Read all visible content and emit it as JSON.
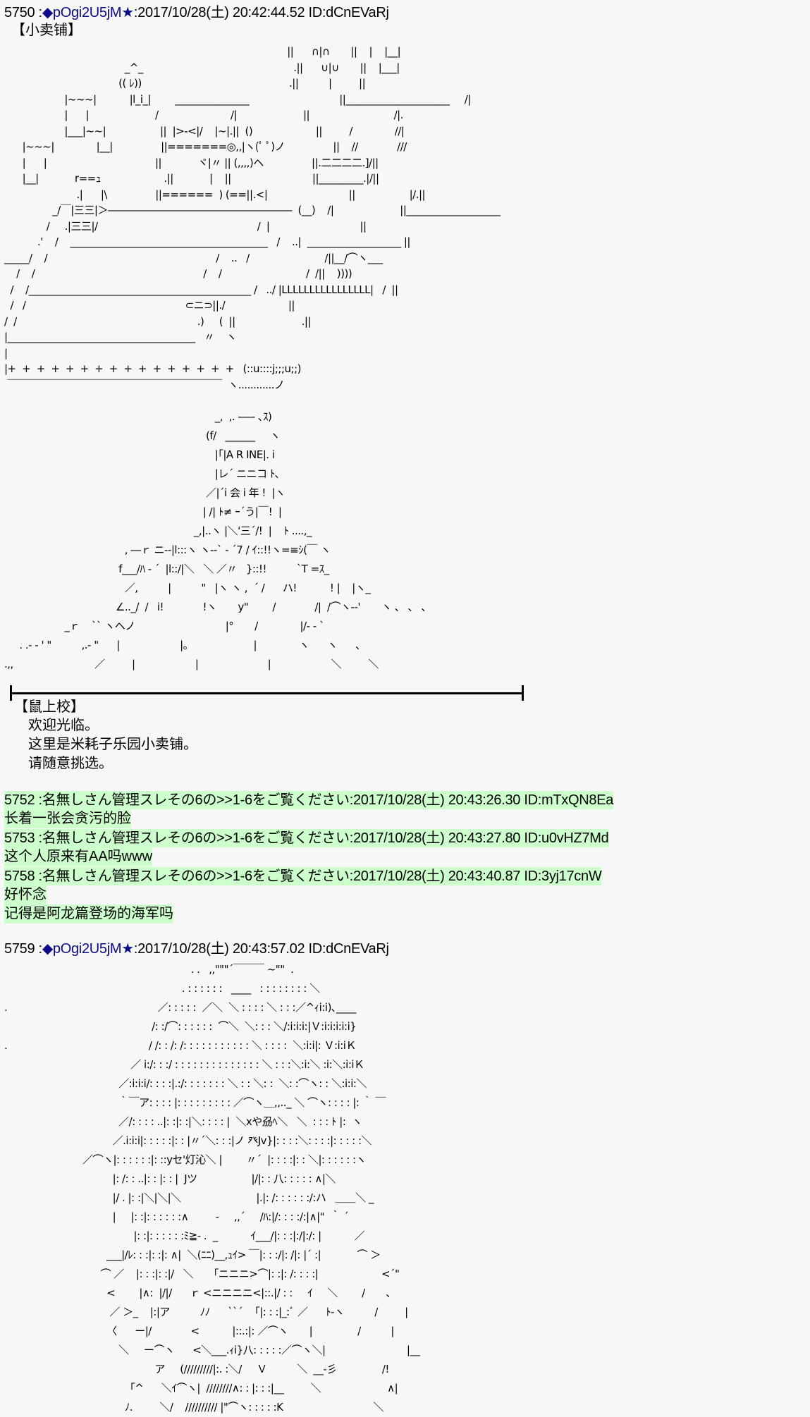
{
  "posts": [
    {
      "num": "5750",
      "sep": " :",
      "trip": "◆pOgi2U5jM",
      "star": "★",
      "date": ":2017/10/28(土) 20:42:44.52 ID:dCnEVaRj",
      "title": "【小卖铺】",
      "art_shop": [
        "                                                                                              ||      ∩|∩       ||    |    |__|",
        "                                        _^_                                                  .||      ∪|∪       ||    |___|",
        "                                      (( ﾚ))                                                 .||          |         ||",
        "                    |~~~|           |l_i_|        _______________                              ||_____________________     /|",
        "                    |      |                      /                        /|                      ||                            /|.",
        "                    |___|~~|                  ||  |>-<|/    |~|.||  ()                     ||         /              //|",
        "      |~~~|              |__|                ||=======◎,,|ヽ(ﾟ ﾟ)ノ                ||    //             ///",
        "      |      |                                    ||            ヾ|〃 || (,,,,)ヘ                ||.二二二二.]/||",
        "      |__|            r==ｭ                     .||            |    ||                           ||_________.|/||",
        "                        .|      |\\                ||======  ) (==||.<|                           ||                  |/.||",
        "                _/￣|三三|＞――――――――――――――――――  (__)    /|                      ||___________________",
        "              /     .|三三|/                                                     /  |                              ||",
        "           .'    /    ________________________________________   /    ..|  ___________________ ||",
        "_____/    /                                                        /    ..   /                         /||__/⌒ヽ___",
        "    /    /                                                        /    /                            /  /||    ))))",
        "  /    /_____________________________________________ /   ../ |LLLLLLLLLLLLLLLL|   /  ||",
        "  /   /                                                     ⊂ニ⊃||./                     ||",
        "/  /                                                            .)     (  ||                      .||",
        "|______________________________________   〃    ヽ",
        "|",
        "|+  +  +  +  +  +  +  +  +  +  +  +  +  +  +  +   (::u::::j;;;u;;)",
        " ￣￣￣￣￣￣￣￣￣￣￣￣￣￣￣￣￣￣￣￣￣  ヽ............ノ"
      ],
      "art_char": [
        "                                                                      _,  ,. -―- ､ｽ)",
        "                                                                   (f/   ______     ヽ",
        "                                                                      |｢|A R INE|. i",
        "                                                                      |レ´ ニニコ ﾄ､",
        "                                                                   ／|´i 会 i 年 !  |ヽ",
        "                                                                  | /| ﾄ≠ ｰ´う|￣!  |",
        "                                                               _,|..ヽ |＼'三´/!  |    ﾄ ....,_",
        "                                        , ―ｒ ニ-‐|l:::ヽ ヽ-‐` - ´7 / ｲ::!!ヽ=≡ｼ(￣ ヽ",
        "                                      f___/ﾊ ‐ ´  |l::/|＼   ＼ ／〃   }::!!          `T =ｽ_",
        "                                        ／,          |          \"   |ヽ ヽ ,  ´ /      ハ!           ! |    |ヽ_",
        "                                     ∠.._/  /   i!             !ヽ       y\"        /             /|  /⌒ヽ--'       ヽ 、 、 、",
        "                    _ｒ    `` ヽヘノ                              |°       /              |/- ‐ `",
        "     . .- ‐ ' \"          ,.- \"      |                    |。                    |              ヽ      ヽ      、",
        ".,,                           ／         |                    |                       |                    ＼         ＼"
      ],
      "speaker": "【鼠上校】",
      "lines": [
        "欢迎光临。",
        "这里是米耗子乐园小卖铺。",
        "请随意挑选。"
      ]
    },
    {
      "num": "5752",
      "header": " :名無しさん管理スレその6の>>1-6をご覧ください:2017/10/28(土) 20:43:26.30 ID:mTxQN8Ea",
      "lines": [
        "长着一张会贪污的脸"
      ]
    },
    {
      "num": "5753",
      "header": " :名無しさん管理スレその6の>>1-6をご覧ください:2017/10/28(土) 20:43:27.80 ID:u0vHZ7Md",
      "lines": [
        "这个人原来有AA吗www"
      ]
    },
    {
      "num": "5758",
      "header": " :名無しさん管理スレその6の>>1-6をご覧ください:2017/10/28(土) 20:43:40.87 ID:3yj17cnW",
      "lines": [
        "好怀念",
        "记得是阿龙篇登场的海军吗"
      ]
    },
    {
      "num": "5759",
      "sep": " :",
      "trip": "◆pOgi2U5jM",
      "star": "★",
      "date": ":2017/10/28(土) 20:43:57.02 ID:dCnEVaRj",
      "art": [
        "                                                              . .   ,,\"\"\"´￣￣￣ ~\"\"  .",
        "                                                           . : : : : : :   ____   : : : : : : : : ＼",
        ".                                                  ／: : : : :  ／＼  ＼ : : : : ＼ : : :／^ｨi:i)､____",
        "                                                 /: :/⌒: : : : : :  ⌒＼  ＼: : : ＼/:i:i:i:|Ｖ:i:i:i:i:i}",
        ".                                               / /: : /: /: : : : : : : : : : : ＼ : : : :  ＼:i:i|: Ｖ:i:iＫ",
        "                                          ／ i:/: : :/ : : : : : : : : : : : : : : ＼ : : :＼:i:＼ :i:＼:i:iＫ",
        "                                      ／:i:i:i/: : : :|.:/: : : : : : : ＼ : : ＼: :  ＼: :⌒ヽ: : ＼:i:i:＼",
        "                                      ｀￣ア: : : : |: : : : : : : : : ／⌒ヽ＿,,.._ ＼ ⌒ヽ: : : : |: ｀ ￣",
        "                                      ／/: : : : ..|: :|: :|＼: : : : |  ＼xや刕ﾍ＼   ＼  : : : ﾄ |:  ヽ",
        "                                    ／.i:i:i|: : : : :|: : |〃´＼: : :|ノ 癶Jv}|: : : :＼: : : :|: : : : :＼",
        "                          ／⌒ヽ|: : : : : :|: ::yセ'灯沁＼ |        〃´  |: : : :|: : ＼|: : : : : :ヽ",
        "                                    |: /: : ..|: : |: : |  Jツ                  |/|: : 八: : : : : ∧|＼",
        "                                    |/ . |: :|＼|＼|＼                         |.|: /: : : : : :/:ハ   ＿＿＼ _",
        "                                    |     |: :|: : : : : :∧         ‐     ,,´     /ﾊ:|/: : : :/:|∧|\"  ｀ ´",
        "                                           |: :|: : : : : :ﾐ≧- .  _           ｲ___/|: : :|:/|:/: |           ／",
        "                                  ___|/ﾚ: : :|: :|: ∧|  ＼(ﾆﾆ)__,ｭｲ> ￣|: : :/|: /|: |´ :|            ⌒ ＞",
        "                                ⌒ ／    |: : :|: :|/   ＼     「ニニニ>⌒|: :|: /: : : :|                     <´\"",
        "                                  <        |∧:  |/|/      ｒ <ニニニニ<|::.|/ : :     ｲ     ＼        /       ､",
        "                                   ／ ＞_    |:|ア          ﾉﾉ      ``´    ｢|: : :|_:ﾞ ／      ﾄ-ヽ          /         |",
        "                                  〈      ー|/             <           |::.:|: ／⌒ヽ       |               /          |",
        "                                      ＼     ー⌒ヽ      <＼___.ｨi}八: : : : :／⌒ヽ＼|                           |__",
        "                                                  ア     (/////////|:. :＼/     Ｖ          ＼  __-彡               /!",
        "                                        「^      ＼ｲ⌒ヽ|  ////////∧: : |: : :|__         ＼                      ∧|",
        "                                        ﾉ.         ＼/    ////////// |\"⌒ヽ: : : : :K                              ＼"
      ]
    }
  ]
}
